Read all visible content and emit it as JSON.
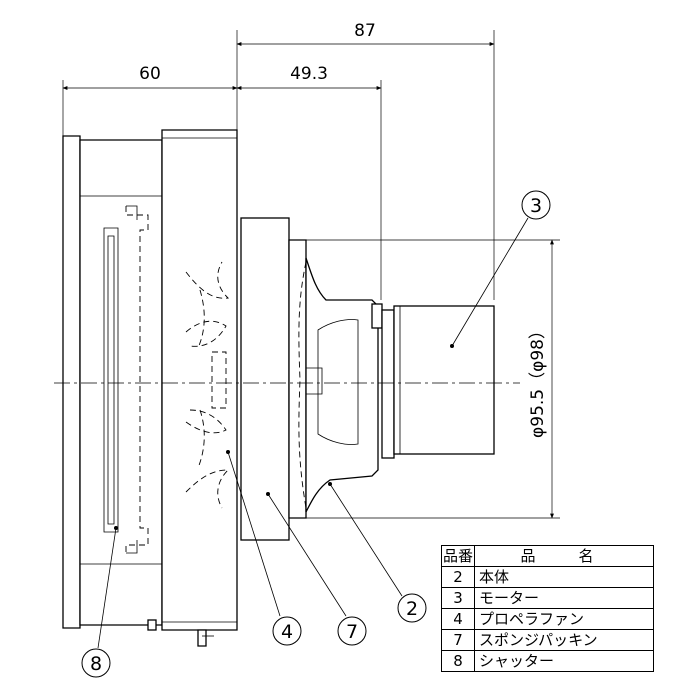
{
  "dimensions": {
    "overall_depth": "87",
    "front_depth": "60",
    "motor_depth": "49.3",
    "diameter": "φ95.5（φ98）"
  },
  "callouts": {
    "motor": "3",
    "fan": "4",
    "packing": "7",
    "body": "2",
    "shutter": "8"
  },
  "parts_table": {
    "header_no": "品番",
    "header_name": "品　名",
    "rows": [
      {
        "no": "2",
        "name": "本体"
      },
      {
        "no": "3",
        "name": "モーター"
      },
      {
        "no": "4",
        "name": "プロペラファン"
      },
      {
        "no": "7",
        "name": "スポンジパッキン"
      },
      {
        "no": "8",
        "name": "シャッター"
      }
    ]
  }
}
